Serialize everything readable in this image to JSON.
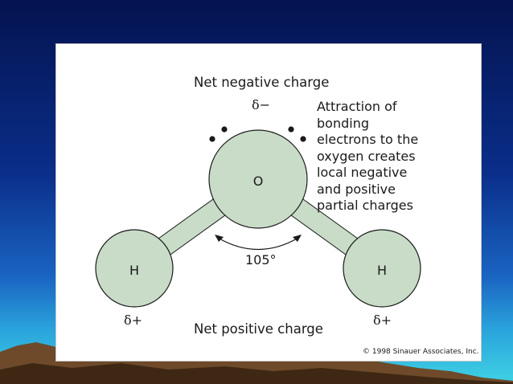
{
  "diagram": {
    "net_negative_label": "Net negative charge",
    "net_positive_label": "Net positive charge",
    "delta_negative": "δ−",
    "delta_positive_left": "δ+",
    "delta_positive_right": "δ+",
    "annotation_lines": [
      "Attraction of",
      "bonding",
      "electrons to the",
      "oxygen creates",
      "local negative",
      "and positive",
      "partial charges"
    ],
    "oxygen_label": "O",
    "hydrogen_left_label": "H",
    "hydrogen_right_label": "H",
    "bond_angle": "105°",
    "copyright": "© 1998 Sinauer Associates, Inc."
  },
  "colors": {
    "atom_fill": "#c8dcc8",
    "outline": "#1a1a1a"
  }
}
